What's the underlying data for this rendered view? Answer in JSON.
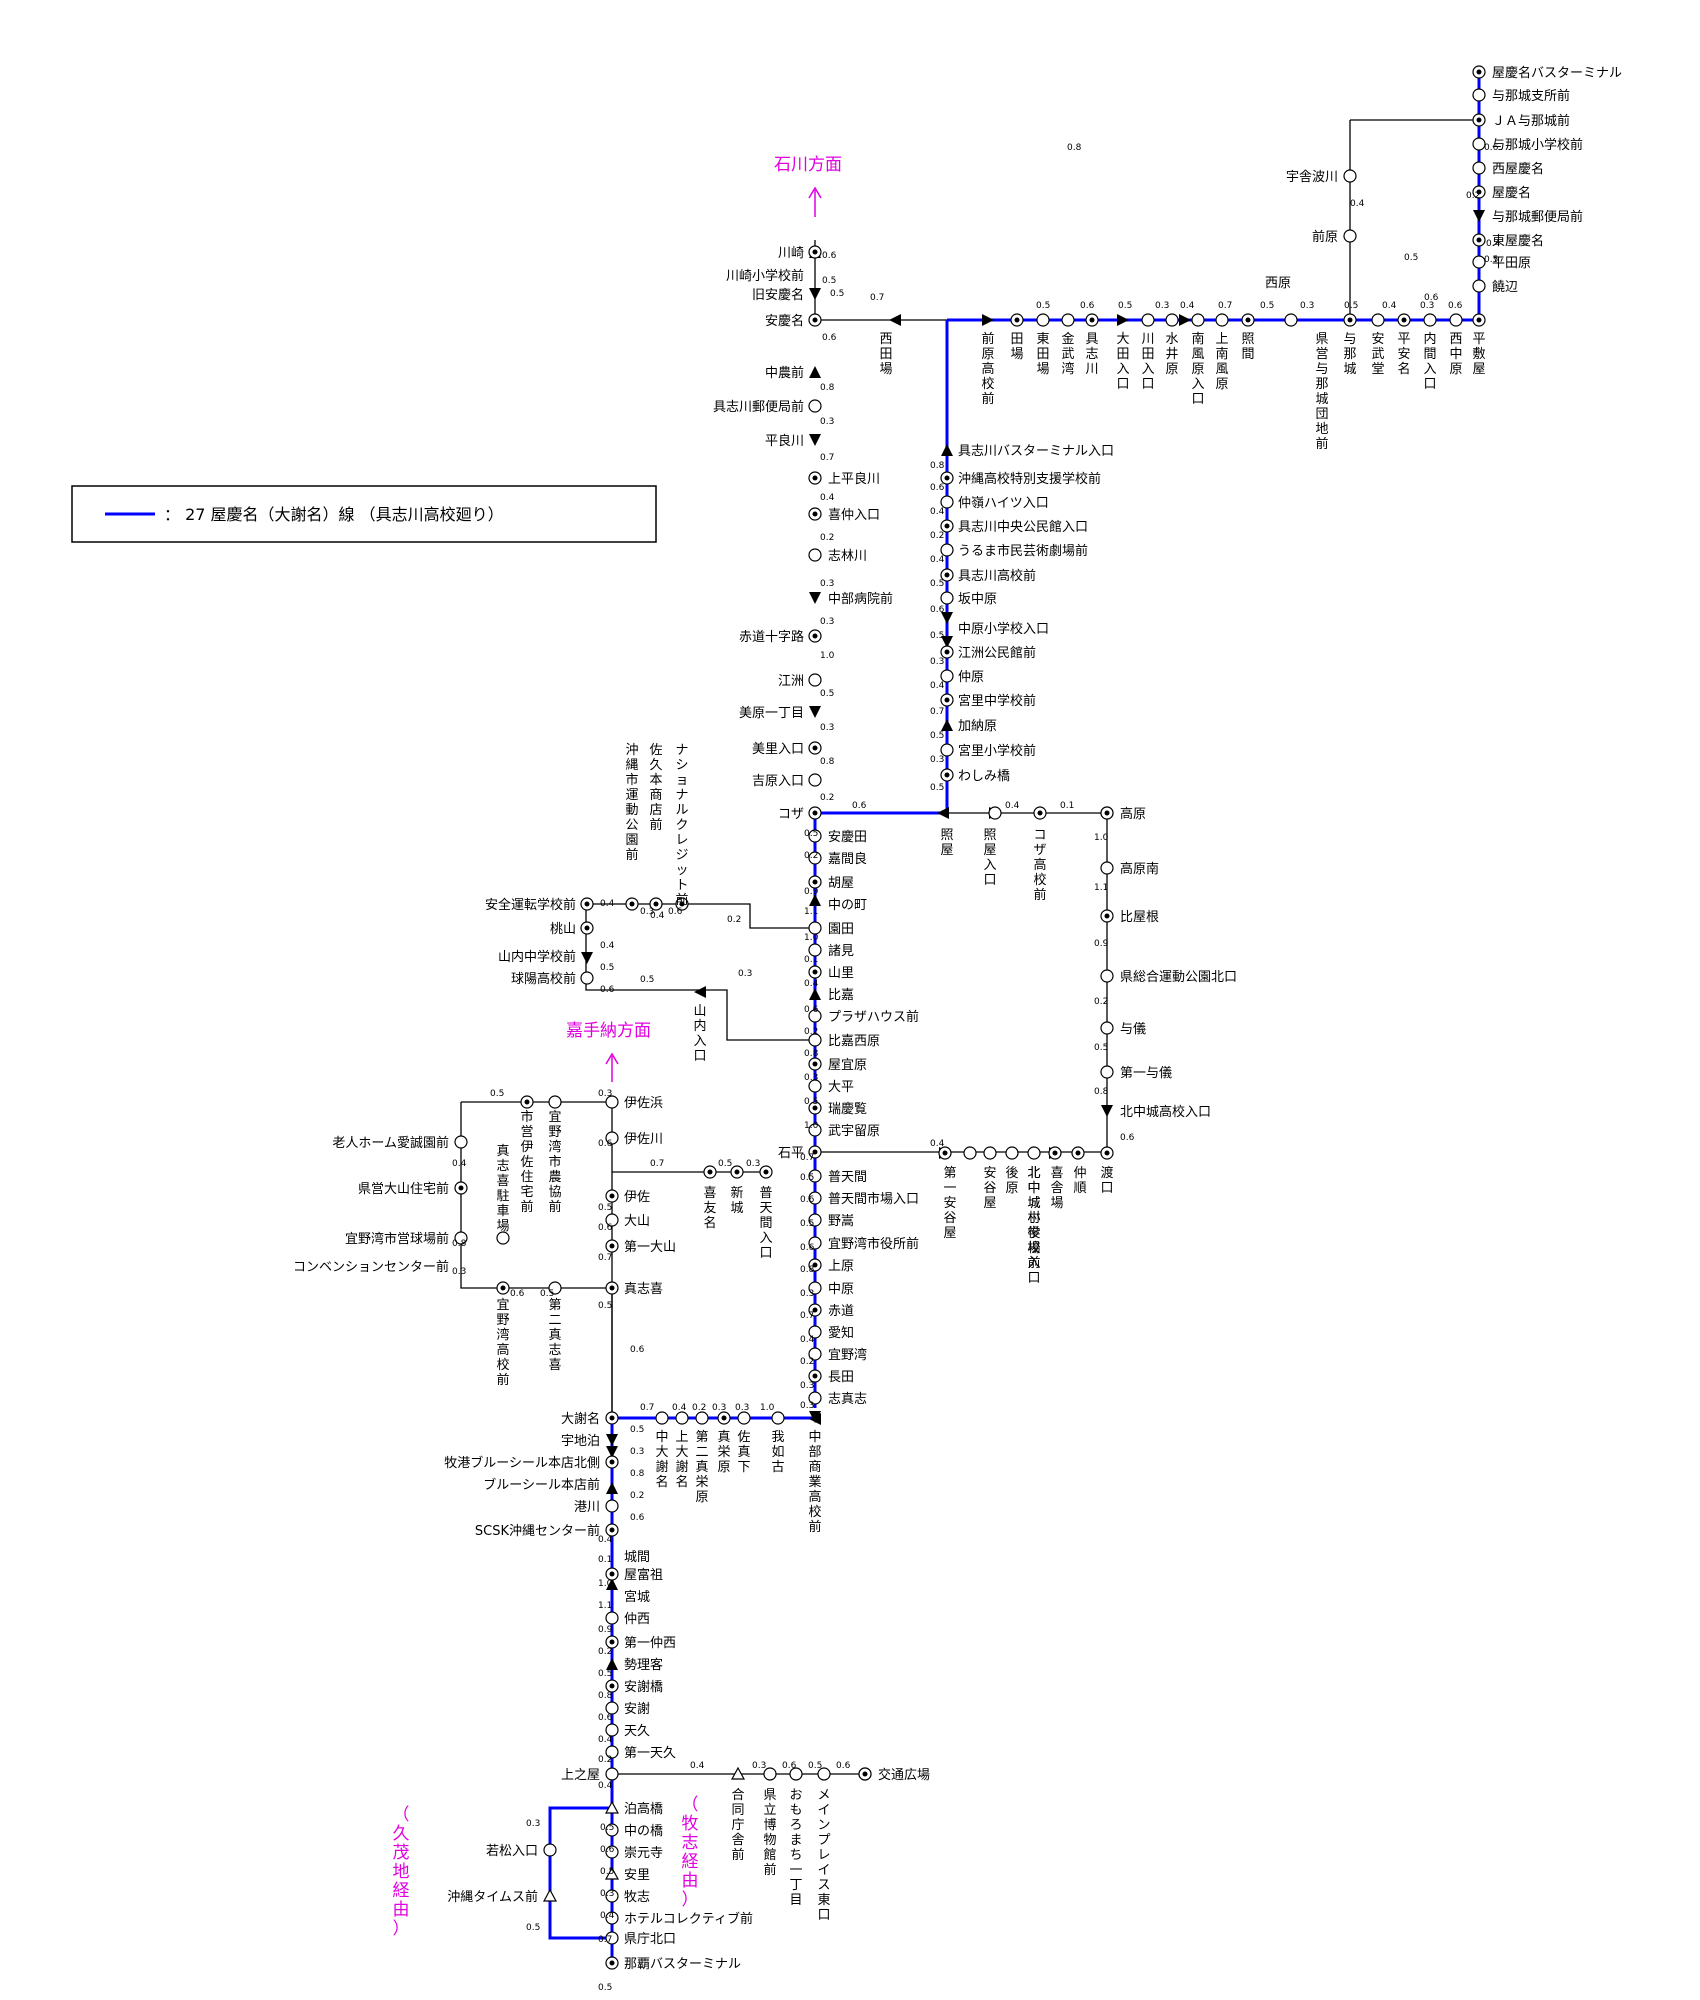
{
  "legend": {
    "text": "： 27 屋慶名（大謝名）線 （具志川高校廻り）",
    "line_color": "#0000ff"
  },
  "direction_labels": {
    "ishikawa": "石川方面",
    "kadena": "嘉手納方面"
  },
  "via_labels": {
    "kumoji": "（久茂地経由）",
    "makishi": "（牧志経由）"
  },
  "colors": {
    "route": "#0000ff",
    "other": "#000000",
    "accent": "#e000e0"
  },
  "stations_h": [
    "屋慶名バスターミナル",
    "与那城支所前",
    "ＪＡ与那城前",
    "与那城小学校前",
    "西屋慶名",
    "屋慶名",
    "与那城郵便局前",
    "東屋慶名",
    "平田原",
    "饒辺",
    "宇舎波川",
    "前原",
    "西原",
    "川崎",
    "川崎小学校前",
    "旧安慶名",
    "安慶名",
    "中農前",
    "具志川郵便局前",
    "平良川",
    "上平良川",
    "喜仲入口",
    "志林川",
    "中部病院前",
    "赤道十字路",
    "江洲",
    "美原一丁目",
    "美里入口",
    "吉原入口",
    "コザ",
    "具志川バスターミナル入口",
    "沖縄高校特別支援学校前",
    "仲嶺ハイツ入口",
    "具志川中央公民館入口",
    "うるま市民芸術劇場前",
    "具志川高校前",
    "坂中原",
    "中原小学校入口",
    "江洲公民館前",
    "仲原",
    "宮里中学校前",
    "加納原",
    "宮里小学校前",
    "わしみ橋",
    "高原",
    "高原南",
    "比屋根",
    "県総合運動公園北口",
    "与儀",
    "第一与儀",
    "北中城高校入口",
    "安慶田",
    "嘉間良",
    "胡屋",
    "中の町",
    "園田",
    "諸見",
    "山里",
    "比嘉",
    "プラザハウス前",
    "比嘉西原",
    "屋宜原",
    "大平",
    "瑞慶覧",
    "武宇留原",
    "石平",
    "普天間",
    "普天間市場入口",
    "野嵩",
    "宜野湾市役所前",
    "上原",
    "中原",
    "赤道",
    "愛知",
    "宜野湾",
    "長田",
    "志真志",
    "安全運転学校前",
    "桃山",
    "山内中学校前",
    "球陽高校前",
    "伊佐浜",
    "伊佐川",
    "伊佐",
    "大山",
    "第一大山",
    "真志喜",
    "老人ホーム愛誠園前",
    "県営大山住宅前",
    "宜野湾市営球場前",
    "コンベンションセンター前",
    "大謝名",
    "宇地泊",
    "牧港ブルーシール本店北側",
    "ブルーシール本店前",
    "港川",
    "SCSK沖縄センター前",
    "城間",
    "屋富祖",
    "宮城",
    "仲西",
    "第一仲西",
    "勢理客",
    "安謝橋",
    "安謝",
    "天久",
    "第一天久",
    "上之屋",
    "泊高橋",
    "中の橋",
    "崇元寺",
    "安里",
    "牧志",
    "ホテルコレクティブ前",
    "県庁北口",
    "那覇バスターミナル",
    "若松入口",
    "沖縄タイムス前",
    "交通広場"
  ],
  "stations_v": [
    "平敷屋",
    "西中原",
    "内間入口",
    "平安名",
    "安武堂",
    "与那城",
    "県営与那城団地前",
    "照間",
    "上南風原",
    "南風原入口",
    "水井原",
    "川田入口",
    "大田入口",
    "具志川",
    "金武湾",
    "東田場",
    "田場",
    "前原高校前",
    "西田場",
    "照屋",
    "照屋入口",
    "コザ高校前",
    "渡口",
    "第一安谷屋",
    "安谷屋",
    "喜友名",
    "新城",
    "普天間入口",
    "後原",
    "北中城村役場前",
    "北中城小学校入口",
    "喜舎場",
    "仲順",
    "沖縄市運動公園前",
    "佐久本商店前",
    "ナショナルクレジット前",
    "山内入口",
    "市営伊佐住宅前",
    "宜野湾市農協前",
    "真志喜駐車場",
    "宜野湾高校前",
    "第二真志喜",
    "中大謝名",
    "上大謝名",
    "第二真栄原",
    "真栄原",
    "佐真下",
    "我如古",
    "中部商業高校前",
    "合同庁舎前",
    "県立博物館前",
    "おもろまち一丁目",
    "メインプレイス東口"
  ],
  "distances": [
    "0.5",
    "0.8",
    "0.6",
    "0.4",
    "0.2",
    "0.4",
    "0.5",
    "0.6",
    "0.5",
    "0.3",
    "0.4",
    "0.7",
    "0.5",
    "0.3",
    "0.5",
    "0.4",
    "0.3",
    "0.6",
    "0.5",
    "0.6",
    "0.7",
    "0.5",
    "0.6",
    "0.5",
    "0.6",
    "0.8",
    "0.3",
    "0.7",
    "0.4",
    "0.2",
    "0.3",
    "0.3",
    "1.0",
    "0.5",
    "0.3",
    "0.8",
    "0.2",
    "0.6",
    "0.4",
    "0.1",
    "1.0",
    "1.1",
    "0.9",
    "0.2"
  ]
}
